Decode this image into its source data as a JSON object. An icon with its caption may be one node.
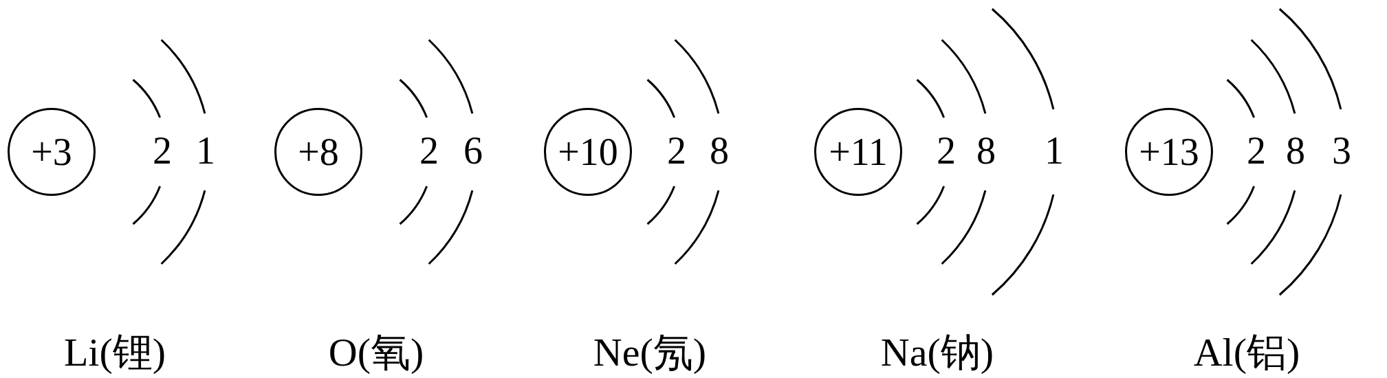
{
  "diagram": {
    "nodes": [
      {
        "text": [
          "+3"
        ],
        "beside": [
          "Li(锂)"
        ]
      },
      {
        "text": [
          "+8"
        ],
        "beside": [
          "O(氧)"
        ]
      },
      {
        "text": [
          "+10"
        ],
        "beside": [
          "Ne(氖)"
        ]
      },
      {
        "text": [
          "+11"
        ],
        "beside": [
          "Na(钠)"
        ]
      },
      {
        "text": [
          "+13"
        ],
        "beside": [
          "Al(铝)"
        ]
      }
    ],
    "labels": [
      "2",
      "1",
      "2",
      "6",
      "2",
      "8",
      "2",
      "8",
      "1",
      "2",
      "8",
      "3"
    ]
  }
}
